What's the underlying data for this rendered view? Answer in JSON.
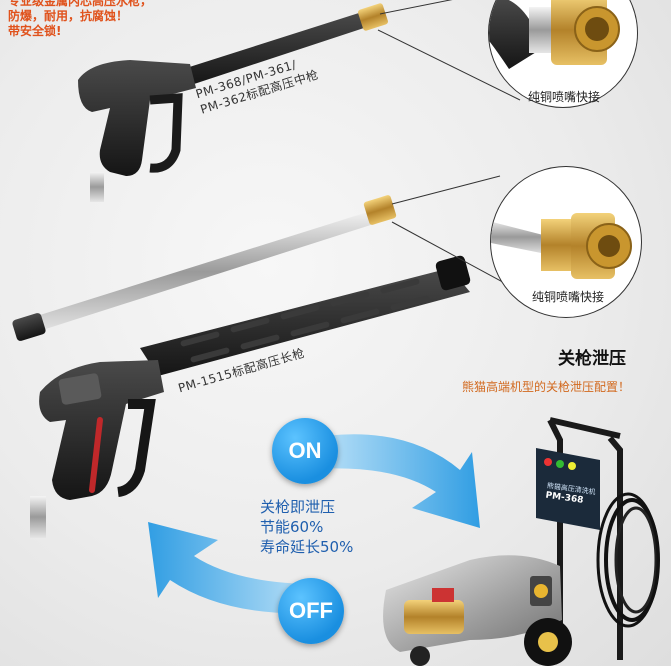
{
  "top_copy": [
    "专业级金属内芯高压水枪，",
    "防爆，耐用，抗腐蚀！",
    "带安全锁!"
  ],
  "gun_mid": {
    "line1": "PM-368/PM-361/",
    "line2": "PM-362标配高压中枪"
  },
  "gun_long": {
    "label": "PM-1515标配高压长枪"
  },
  "zoom_caption_top": "纯铜喷嘴快接",
  "zoom_caption_bottom": "纯铜喷嘴快接",
  "feature": {
    "title": "关枪泄压",
    "subtitle": "熊猫高端机型的关枪泄压配置！",
    "on_label": "ON",
    "off_label": "OFF",
    "benefits": [
      "关枪即泄压",
      "节能60%",
      "寿命延长50%"
    ]
  },
  "machine": {
    "panel_model": "PM-368",
    "panel_text": "熊猫高压清洗机"
  },
  "colors": {
    "accent_orange": "#e0521c",
    "subtitle_orange": "#d2691e",
    "blue_text": "#1f5fae",
    "badge_blue": "#1a8fe0",
    "arrow_blue": "#2aa6ea"
  }
}
